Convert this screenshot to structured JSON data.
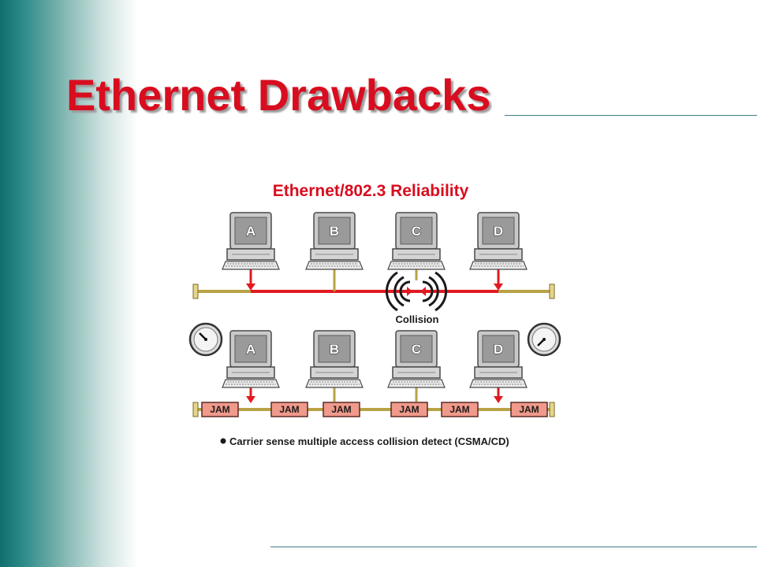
{
  "slide": {
    "title": "Ethernet Drawbacks"
  },
  "figure": {
    "title": "Ethernet/802.3 Reliability",
    "stations_top": [
      "A",
      "B",
      "C",
      "D"
    ],
    "stations_bottom": [
      "A",
      "B",
      "C",
      "D"
    ],
    "collision_label": "Collision",
    "jam_labels": [
      "JAM",
      "JAM",
      "JAM",
      "JAM",
      "JAM",
      "JAM"
    ],
    "caption": "Carrier sense multiple access collision detect (CSMA/CD)",
    "colors": {
      "accent": "#d80d1f",
      "bus": "#e11a22",
      "jam_fill": "#f09a8c",
      "teal": "#0f6f6d"
    }
  }
}
